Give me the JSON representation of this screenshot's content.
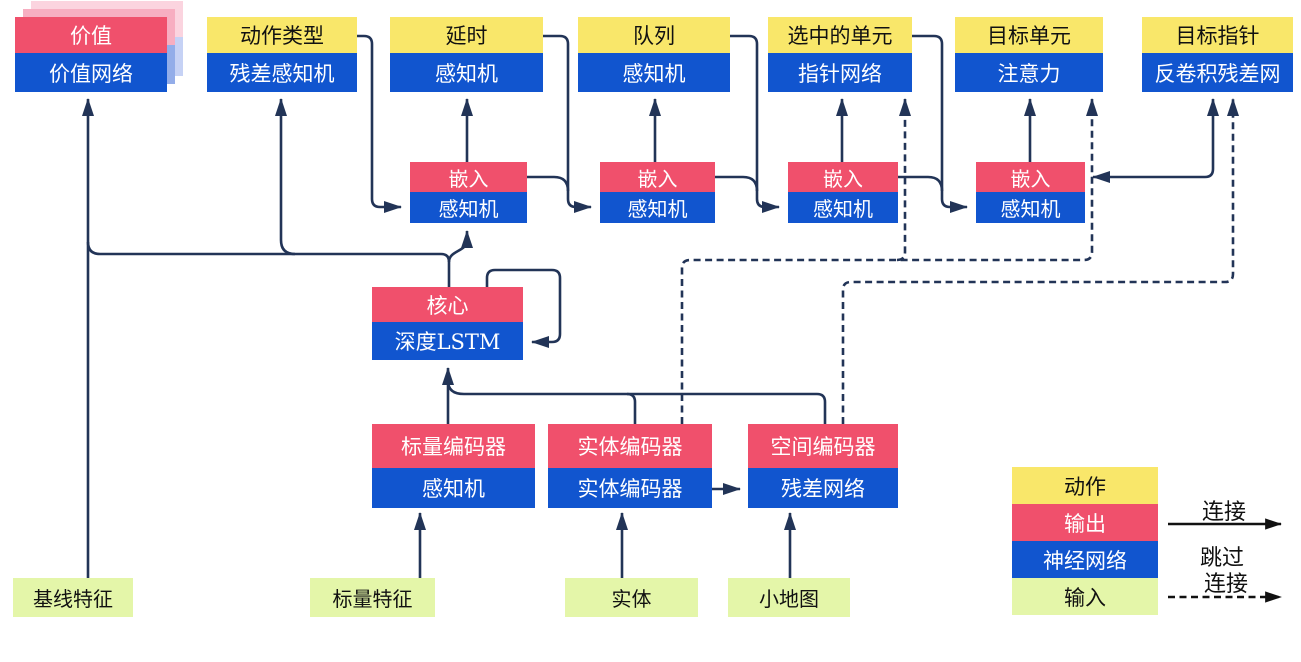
{
  "nodes": {
    "outputs": [
      {
        "top": "价值",
        "bottom": "价值网络"
      },
      {
        "top": "动作类型",
        "bottom": "残差感知机"
      },
      {
        "top": "延时",
        "bottom": "感知机"
      },
      {
        "top": "队列",
        "bottom": "感知机"
      },
      {
        "top": "选中的单元",
        "bottom": "指针网络"
      },
      {
        "top": "目标单元",
        "bottom": "注意力"
      },
      {
        "top": "目标指针",
        "bottom": "反卷积残差网"
      }
    ],
    "embeddings": [
      {
        "top": "嵌入",
        "bottom": "感知机"
      },
      {
        "top": "嵌入",
        "bottom": "感知机"
      },
      {
        "top": "嵌入",
        "bottom": "感知机"
      },
      {
        "top": "嵌入",
        "bottom": "感知机"
      }
    ],
    "core": {
      "top": "核心",
      "bottom": "深度LSTM"
    },
    "encoders": [
      {
        "top": "标量编码器",
        "bottom": "感知机"
      },
      {
        "top": "实体编码器",
        "bottom": "实体编码器"
      },
      {
        "top": "空间编码器",
        "bottom": "残差网络"
      }
    ],
    "inputs": [
      {
        "label": "基线特征"
      },
      {
        "label": "标量特征"
      },
      {
        "label": "实体"
      },
      {
        "label": "小地图"
      }
    ]
  },
  "legend": {
    "swatches": [
      {
        "label": "动作",
        "color": "#F9E76A"
      },
      {
        "label": "输出",
        "color": "#F0506C"
      },
      {
        "label": "神经网络",
        "color": "#1155CF"
      },
      {
        "label": "输入",
        "color": "#E4F6A9"
      }
    ],
    "connection_label": "连接",
    "skip_label_line1": "跳过",
    "skip_label_line2": "连接"
  },
  "colors": {
    "action_yellow": "#F9E76A",
    "output_red": "#F0506C",
    "network_blue": "#1155CF",
    "input_green": "#E4F6A9",
    "connector_navy": "#223457",
    "legend_arrow_black": "#111111",
    "value_shadow_pink_near": "#F7AEC1",
    "value_shadow_pink_far": "#FBD4DF",
    "value_shadow_blue_near": "#93ADE9",
    "value_shadow_blue_far": "#C6D2F5"
  }
}
